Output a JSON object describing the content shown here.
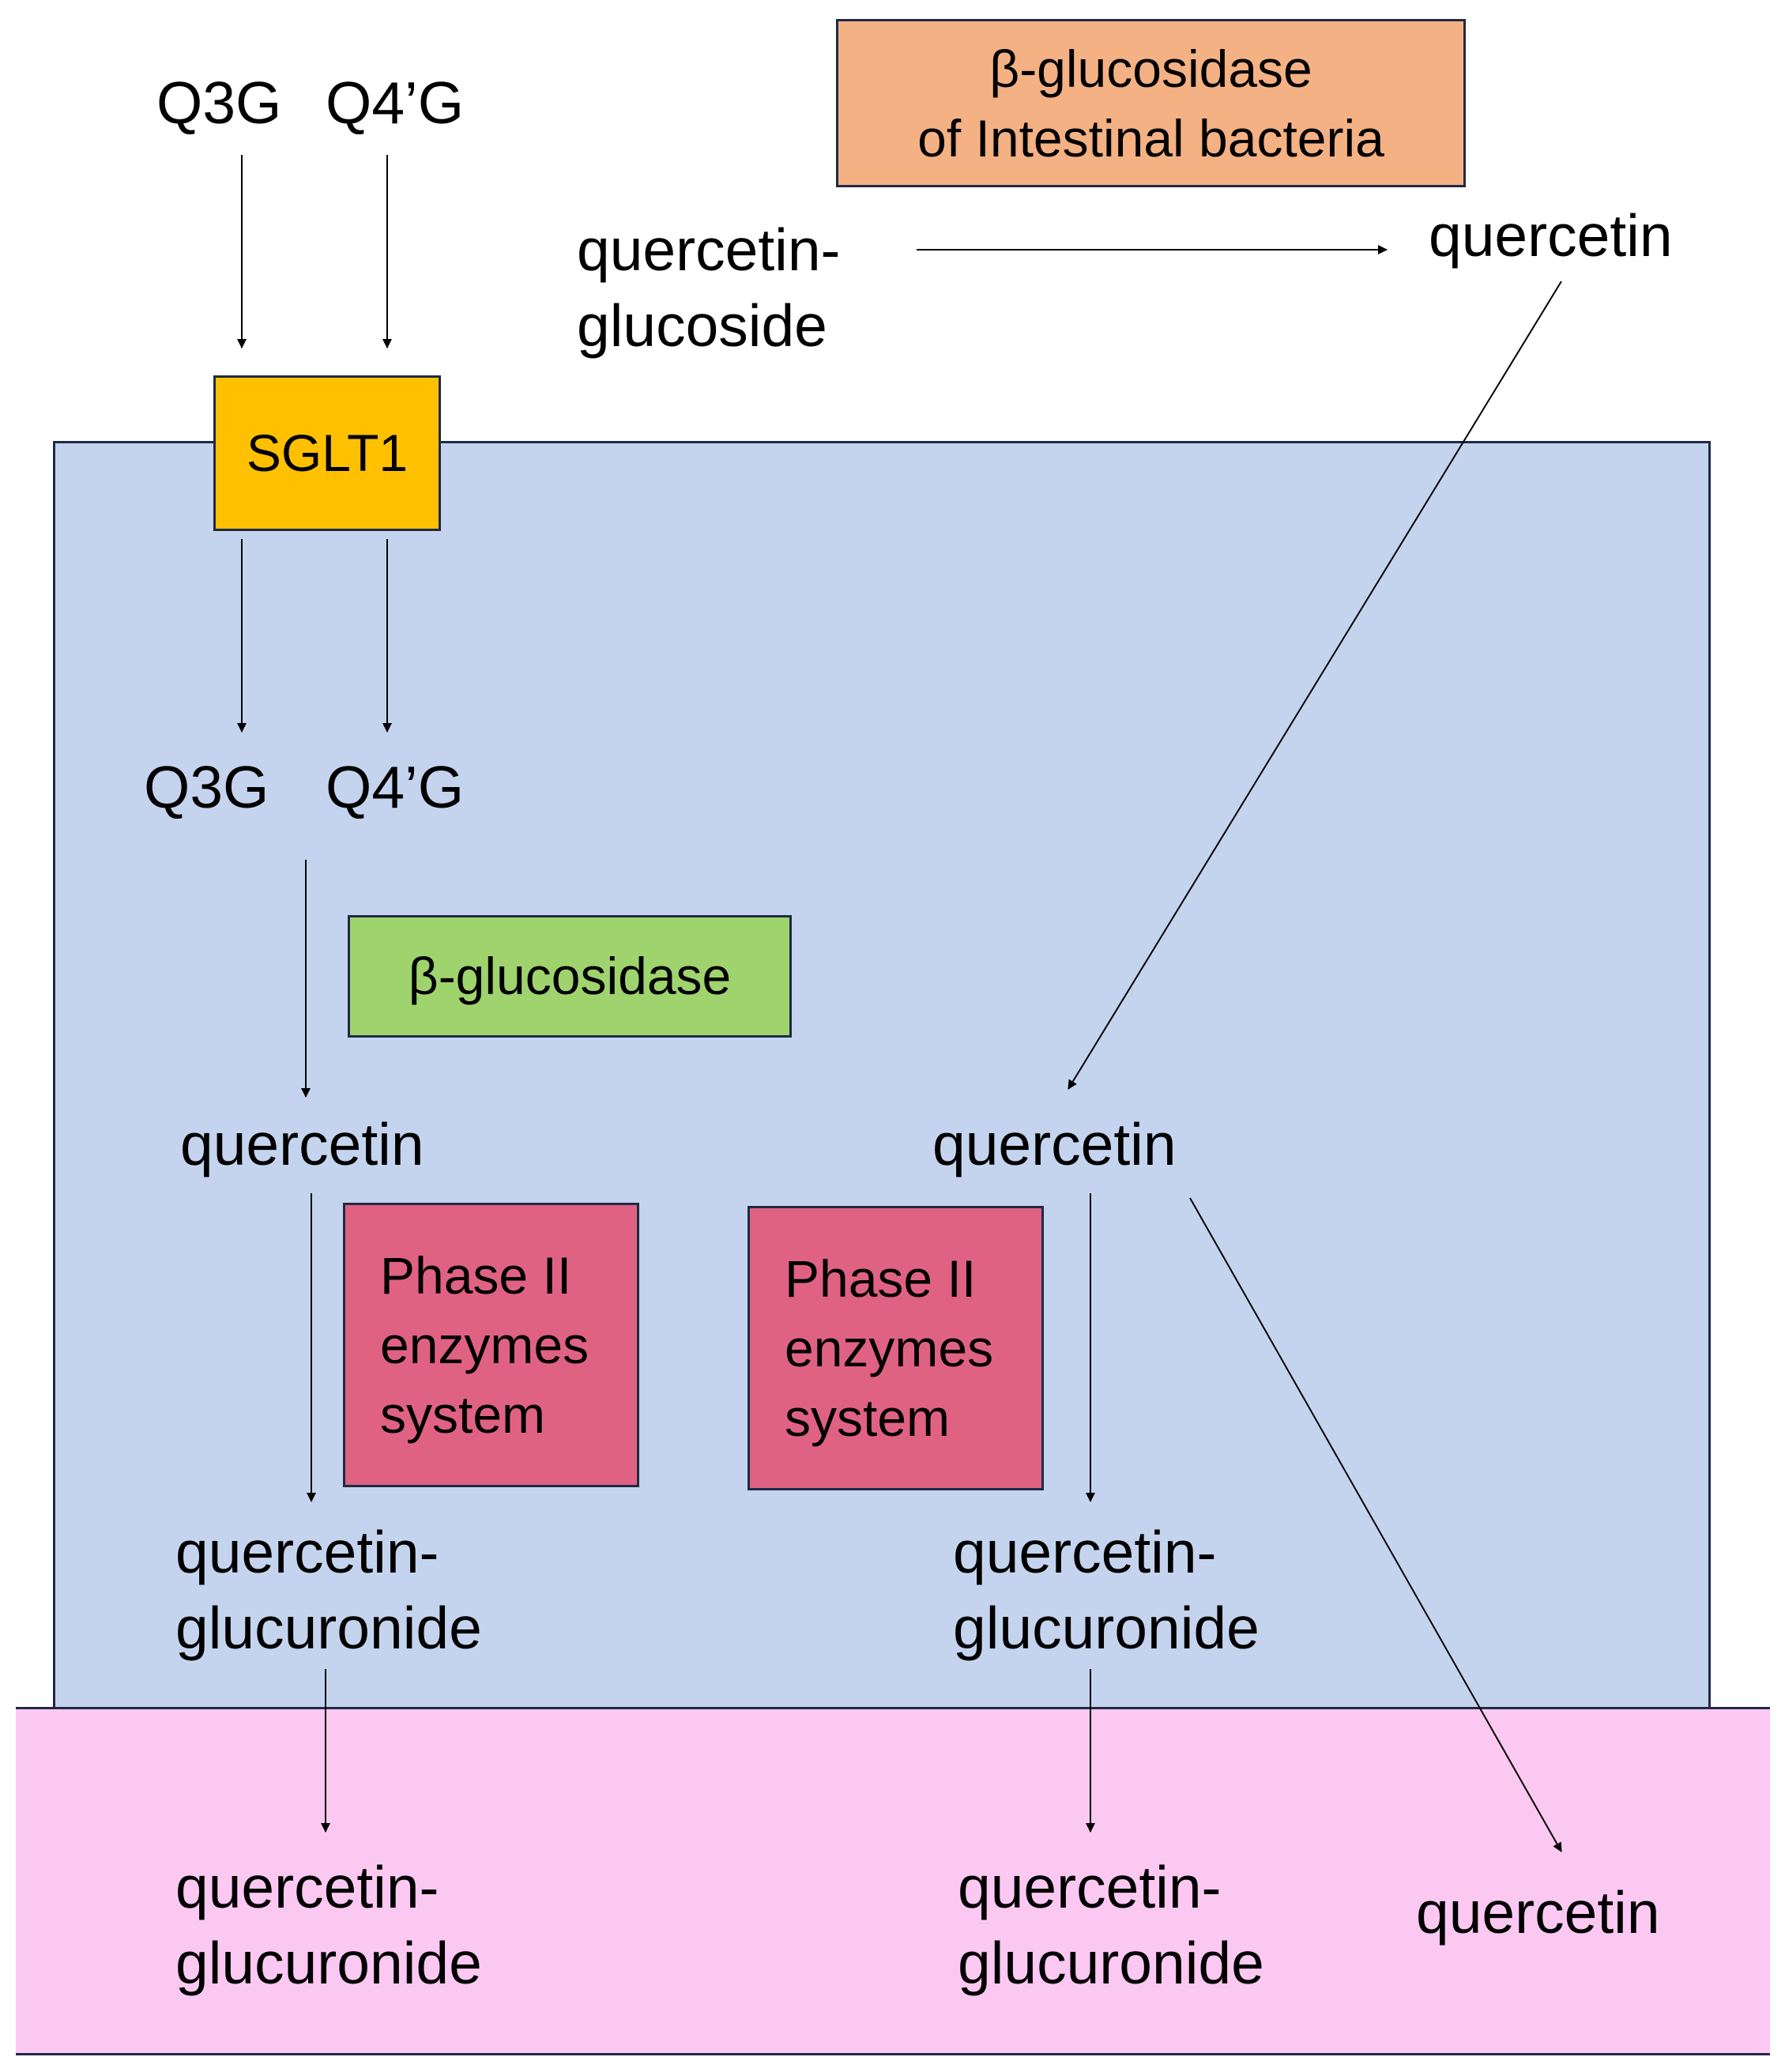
{
  "colors": {
    "cell": "#c5d4ee",
    "blood": "#fbc8f2",
    "sglt1": "#ffc000",
    "bacteria_enzyme": "#f4b183",
    "cell_enzyme": "#9fd36d",
    "phase2": "#e06283",
    "stroke": "#1f2a44"
  },
  "boxes": {
    "sglt1": "SGLT1",
    "bacteria_enzyme": [
      "β-glucosidase",
      "of Intestinal bacteria"
    ],
    "cell_enzyme": "β-glucosidase",
    "phase2_left": [
      "Phase II",
      "enzymes",
      "system"
    ],
    "phase2_right": [
      "Phase II",
      "enzymes",
      "system"
    ]
  },
  "lumen": {
    "q3g": "Q3G",
    "q4g": "Q4’G",
    "glucoside": [
      "quercetin-",
      "glucoside"
    ],
    "quercetin": "quercetin"
  },
  "cell": {
    "q3g": "Q3G",
    "q4g": "Q4’G",
    "quercetin_left": "quercetin",
    "quercetin_right": "quercetin",
    "glucuronide_left": [
      "quercetin-",
      "glucuronide"
    ],
    "glucuronide_right": [
      "quercetin-",
      "glucuronide"
    ]
  },
  "blood": {
    "glucuronide_left": [
      "quercetin-",
      "glucuronide"
    ],
    "glucuronide_right": [
      "quercetin-",
      "glucuronide"
    ],
    "quercetin": "quercetin"
  }
}
